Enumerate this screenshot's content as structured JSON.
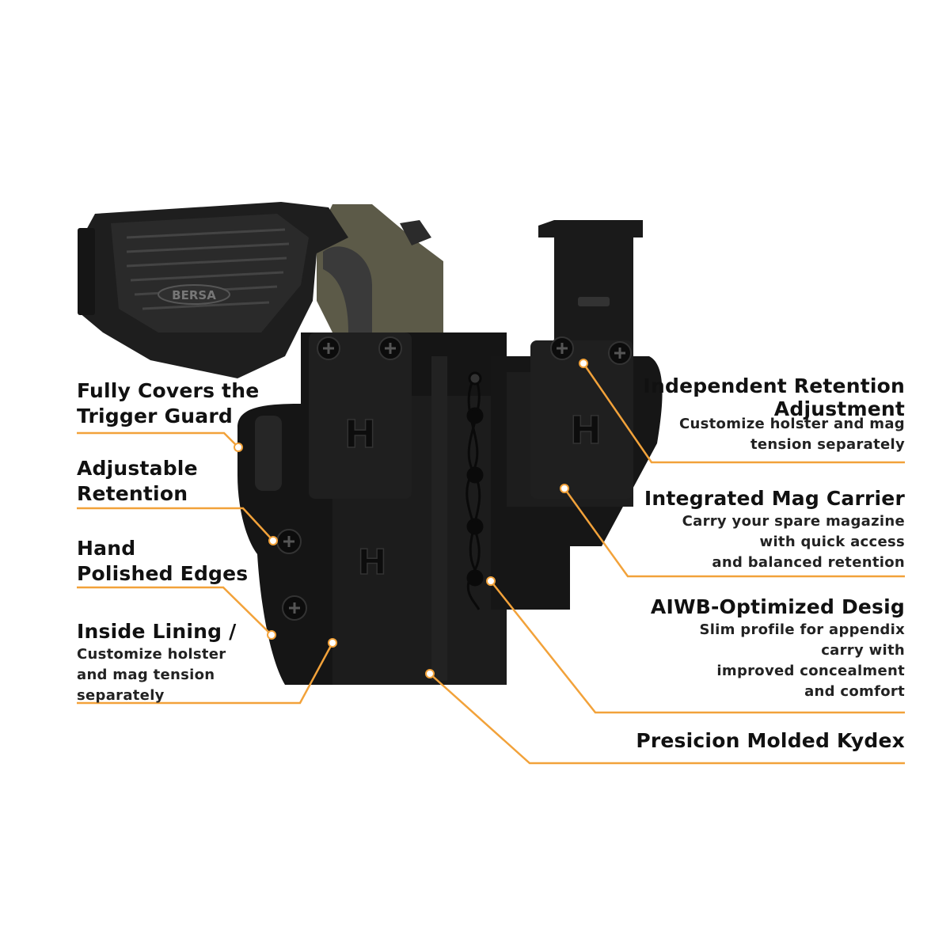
{
  "colors": {
    "accent": "#f2a23a",
    "holster": "#151515",
    "frame": "#5c5a48",
    "text": "#111111"
  },
  "features_left": [
    {
      "title_lines": [
        "Fully Covers the",
        "Trigger Guard"
      ],
      "desc_lines": []
    },
    {
      "title_lines": [
        "Adjustable",
        "Retention"
      ],
      "desc_lines": []
    },
    {
      "title_lines": [
        "Hand",
        "Polished Edges"
      ],
      "desc_lines": []
    },
    {
      "title_lines": [
        "Inside Lining /"
      ],
      "desc_lines": [
        "Customize holster",
        "and mag tension",
        "separately"
      ]
    }
  ],
  "features_right": [
    {
      "title_lines": [
        "Independent Retention",
        "Adjustment"
      ],
      "desc_lines": [
        "Customize holster and mag",
        "tension separately"
      ]
    },
    {
      "title_lines": [
        "Integrated Mag Carrier"
      ],
      "desc_lines": [
        "Carry your spare magazine",
        "with quick access",
        "and balanced retention"
      ]
    },
    {
      "title_lines": [
        "AIWB-Optimized Desig"
      ],
      "desc_lines": [
        "Slim profile for appendix",
        "carry with",
        "improved concealment",
        "and comfort"
      ]
    },
    {
      "title_lines": [
        "Presicion Molded Kydex"
      ],
      "desc_lines": []
    }
  ],
  "product": {
    "pistol_engraving": "BERSA",
    "logo_letter": "H"
  },
  "icons": [
    "screw-icon",
    "brand-h-logo-icon"
  ]
}
